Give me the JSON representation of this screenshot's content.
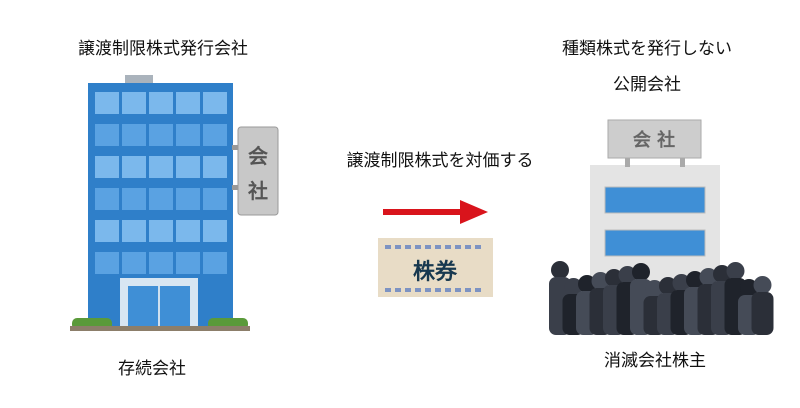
{
  "left": {
    "title": "譲渡制限株式発行会社",
    "caption": "存続会社",
    "sign": [
      "会",
      "社"
    ]
  },
  "middle": {
    "label": "譲渡制限株式を対価する",
    "stock_card": "株券",
    "arrow_color": "#d9141c"
  },
  "right": {
    "title_line1": "種類株式を発行しない",
    "title_line2": "公開会社",
    "caption": "消滅会社株主",
    "sign": "会 社"
  }
}
